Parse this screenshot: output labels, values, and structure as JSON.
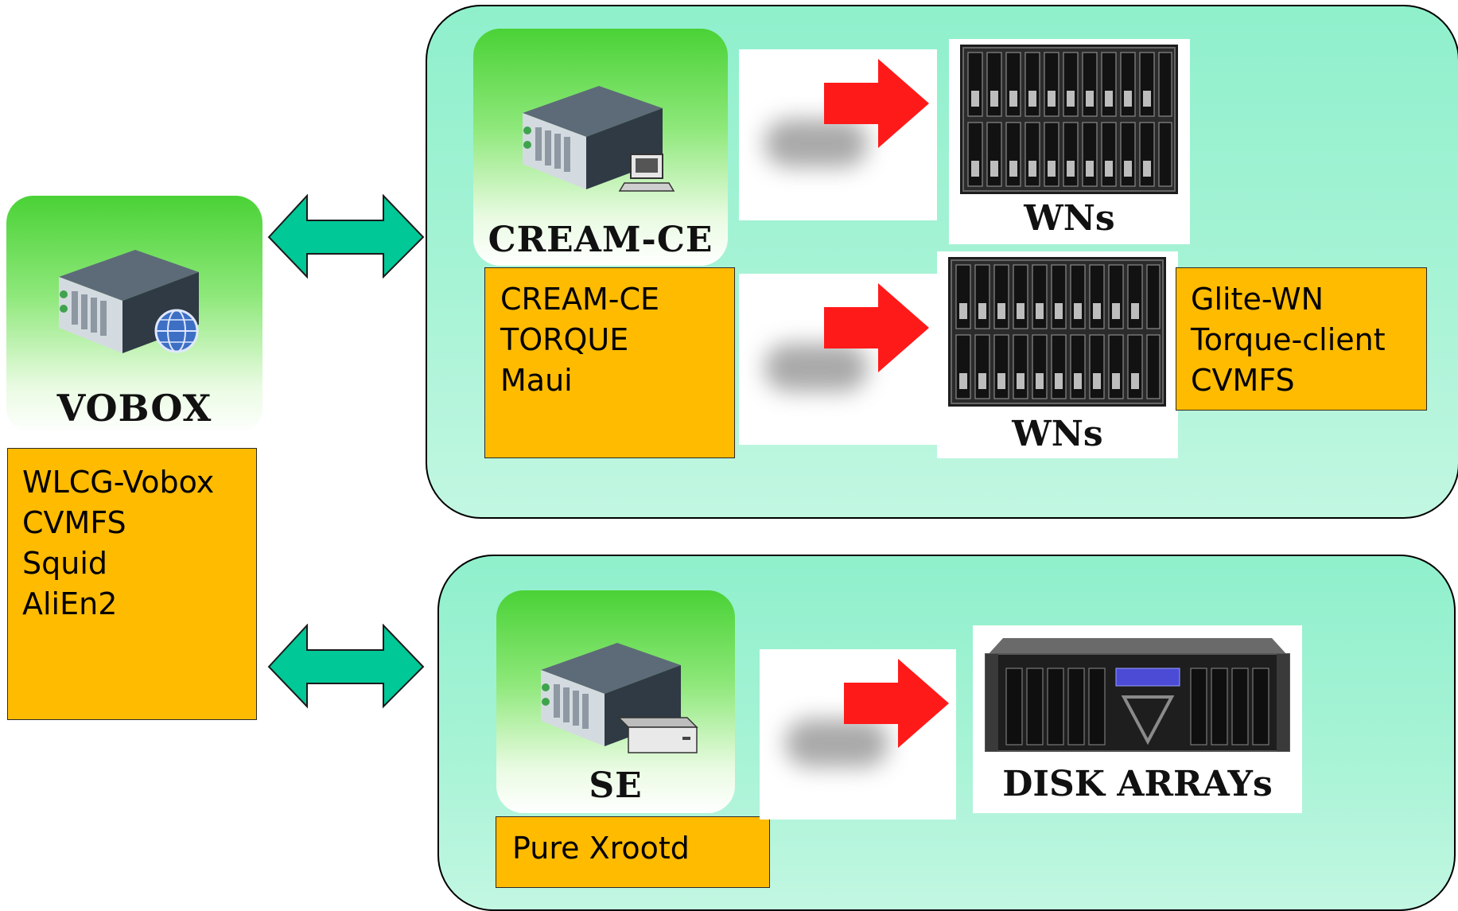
{
  "colors": {
    "group_fill_top": "#8ff0cc",
    "group_fill_bottom": "#c2f7e2",
    "note_fill": "#ffbb00",
    "node_green": "#4ad236",
    "double_arrow": "#00c896",
    "flow_arrow": "#ff1a1a"
  },
  "vobox": {
    "label": "VOBOX",
    "icon": "server-globe-icon",
    "notes": [
      "WLCG-Vobox",
      "CVMFS",
      "Squid",
      "AliEn2"
    ]
  },
  "compute_group": {
    "ce": {
      "label": "CREAM-CE",
      "icon": "server-terminal-icon",
      "notes": [
        "CREAM-CE",
        "TORQUE",
        "Maui"
      ]
    },
    "wn_top": {
      "label": "WNs",
      "icon": "blade-server-rack-icon"
    },
    "wn_bottom": {
      "label": "WNs",
      "icon": "blade-server-rack-icon"
    },
    "wn_notes": [
      "Glite-WN",
      "Torque-client",
      "CVMFS"
    ]
  },
  "storage_group": {
    "se": {
      "label": "SE",
      "icon": "server-storage-icon",
      "notes": [
        "Pure Xrootd"
      ]
    },
    "disk": {
      "label": "DISK ARRAYs",
      "icon": "disk-array-icon"
    }
  }
}
